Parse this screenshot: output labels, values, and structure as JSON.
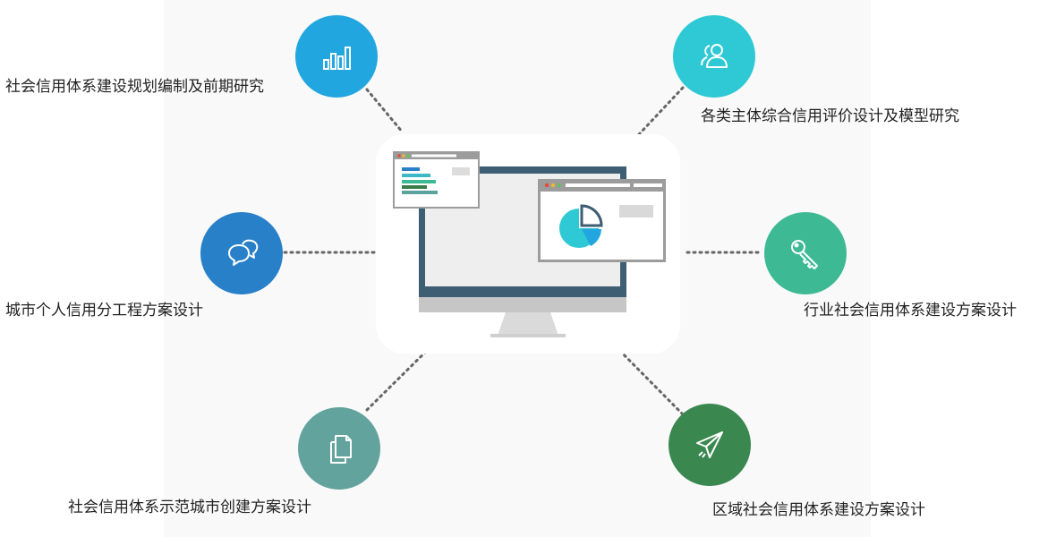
{
  "diagram": {
    "center": {
      "name": "monitor-illustration"
    },
    "nodes": [
      {
        "id": "planning",
        "label": "社会信用体系建设规划编制及前期研究",
        "icon": "bar-chart-icon",
        "color": "#22a6e0"
      },
      {
        "id": "evaluation",
        "label": "各类主体综合信用评价设计及模型研究",
        "icon": "users-icon",
        "color": "#2ec9d4"
      },
      {
        "id": "personal",
        "label": "城市个人信用分工程方案设计",
        "icon": "chat-bubbles-icon",
        "color": "#2880c8"
      },
      {
        "id": "industry",
        "label": "行业社会信用体系建设方案设计",
        "icon": "key-icon",
        "color": "#3dba93"
      },
      {
        "id": "demo-city",
        "label": "社会信用体系示范城市创建方案设计",
        "icon": "documents-icon",
        "color": "#62a39e"
      },
      {
        "id": "regional",
        "label": "区域社会信用体系建设方案设计",
        "icon": "paper-plane-icon",
        "color": "#3a874f"
      }
    ]
  }
}
